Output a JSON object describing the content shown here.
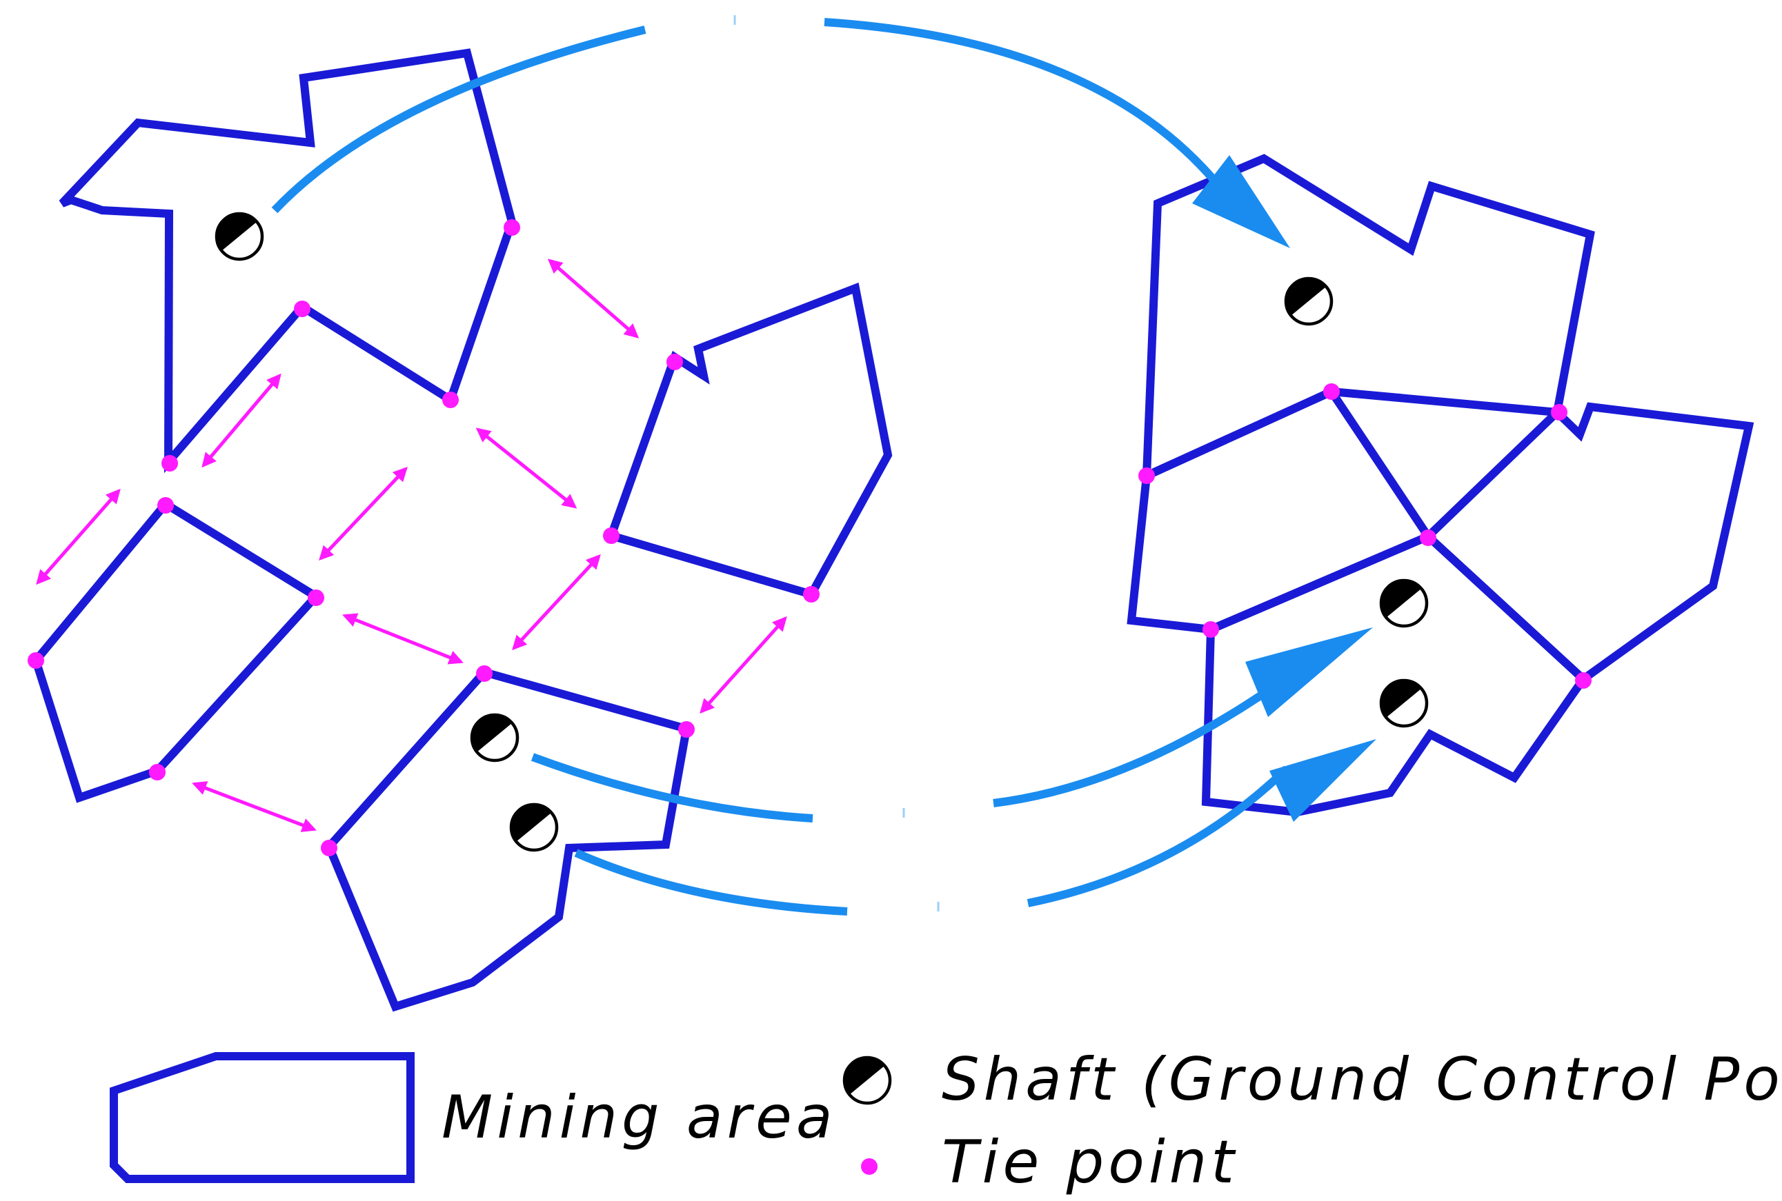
{
  "colors": {
    "mining_area": "#1a1ad6",
    "tie_point": "#ff1aff",
    "transfer_arrow": "#1a8cf0",
    "shaft_fill": "#000000",
    "background": "#ffffff"
  },
  "legend": {
    "mining_area_label": "Mining area",
    "shaft_label": "Shaft (Ground Control Points)",
    "tie_point_label": "Tie point"
  }
}
